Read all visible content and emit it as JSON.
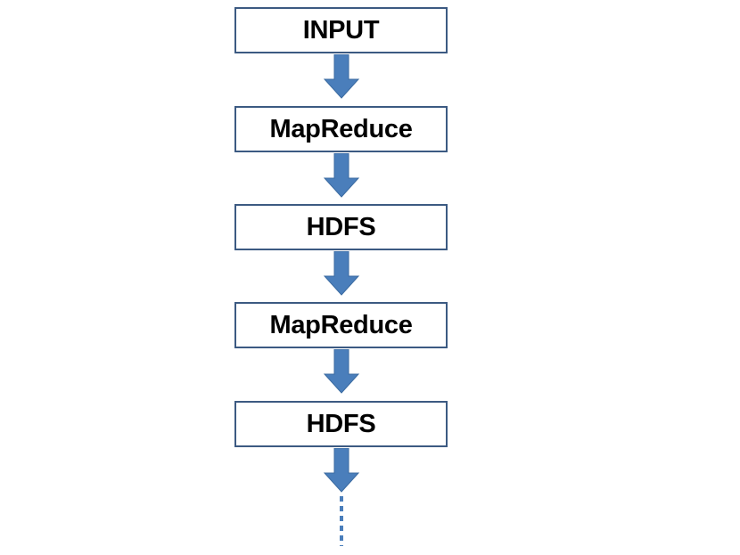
{
  "diagram": {
    "nodes": [
      {
        "label": "INPUT"
      },
      {
        "label": "MapReduce"
      },
      {
        "label": "HDFS"
      },
      {
        "label": "MapReduce"
      },
      {
        "label": "HDFS"
      }
    ],
    "arrow_color": "#4a7ebb",
    "box_border_color": "#3c5a82",
    "continuation": "dotted-line"
  }
}
